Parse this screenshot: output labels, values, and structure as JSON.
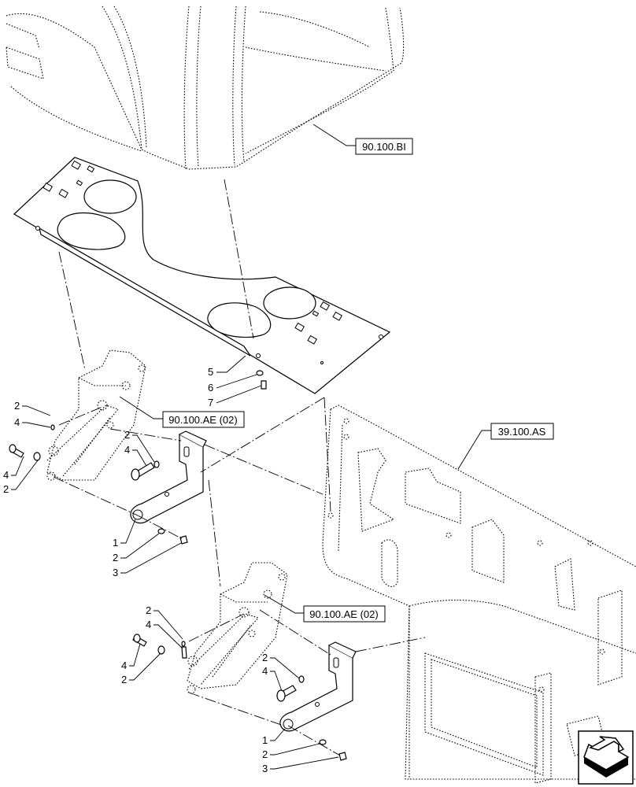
{
  "references": {
    "cab": "90.100.BI",
    "hinge_upper": "90.100.AE (02)",
    "hinge_lower": "90.100.AE (02)",
    "frame": "39.100.AS"
  },
  "callouts": {
    "c1": "5",
    "c2": "6",
    "c3": "7",
    "c4": "2",
    "c5": "4",
    "c6": "4",
    "c7": "2",
    "c8": "2",
    "c9": "4",
    "c10": "1",
    "c11": "2",
    "c12": "3",
    "c13": "2",
    "c14": "4",
    "c15": "4",
    "c16": "2",
    "c17": "2",
    "c18": "4",
    "c19": "1",
    "c20": "2",
    "c21": "3"
  },
  "icons": {
    "navigation": "next-page-arrow-icon"
  }
}
